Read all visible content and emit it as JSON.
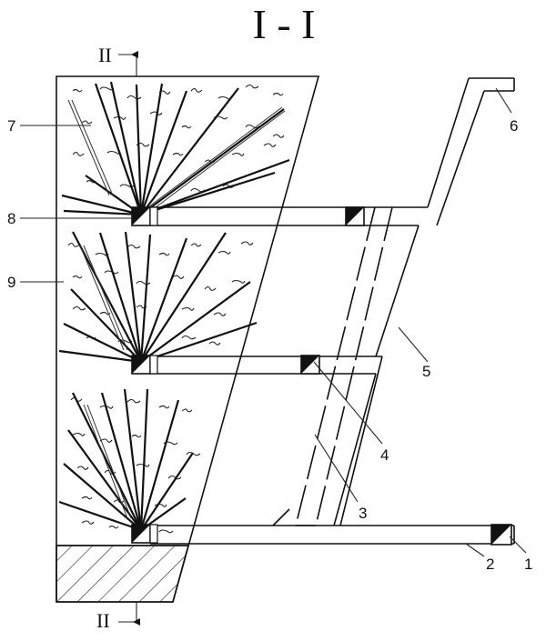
{
  "title": "I - I",
  "section_top": "II",
  "section_bottom": "II",
  "labels": {
    "l1": "1",
    "l2": "2",
    "l3": "3",
    "l4": "4",
    "l5": "5",
    "l6": "6",
    "l7": "7",
    "l8": "8",
    "l9": "9"
  }
}
